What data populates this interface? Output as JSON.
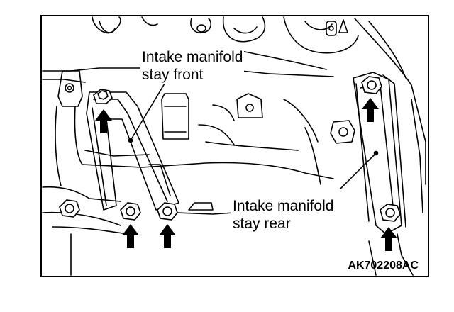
{
  "labels": {
    "stay_front": [
      "Intake manifold",
      "stay front"
    ],
    "stay_rear": [
      "Intake manifold",
      "stay rear"
    ]
  },
  "figure_code": "AK702208AC",
  "colors": {
    "ink": "#000000",
    "paper": "#ffffff"
  },
  "icons": [
    "up-arrow-icon",
    "bolt-head-icon"
  ]
}
